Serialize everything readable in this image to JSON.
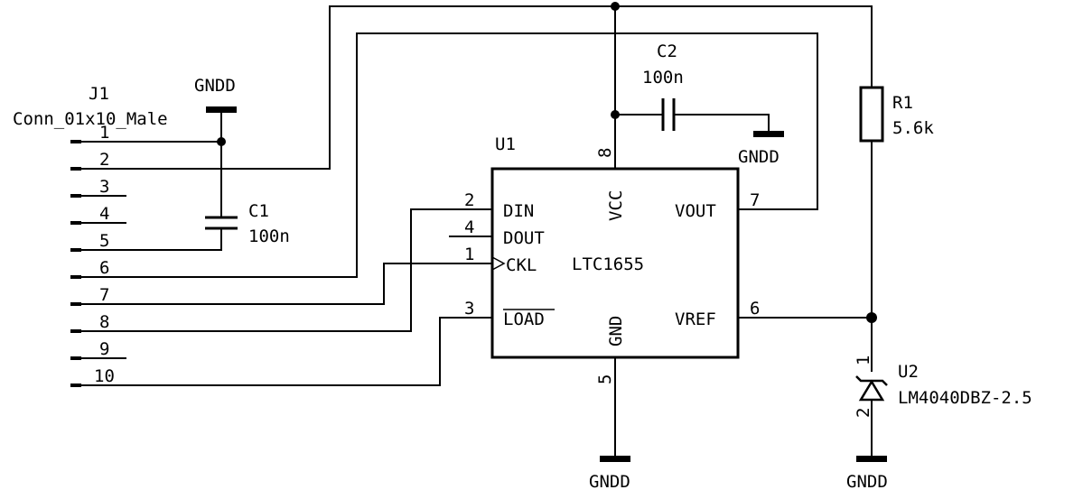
{
  "connector": {
    "ref": "J1",
    "value": "Conn_01x10_Male",
    "pins": [
      "1",
      "2",
      "3",
      "4",
      "5",
      "6",
      "7",
      "8",
      "9",
      "10"
    ]
  },
  "c1": {
    "ref": "C1",
    "value": "100n"
  },
  "c2": {
    "ref": "C2",
    "value": "100n"
  },
  "r1": {
    "ref": "R1",
    "value": "5.6k"
  },
  "u1": {
    "ref": "U1",
    "value": "LTC1655",
    "pins": {
      "din": {
        "name": "DIN",
        "num": "2"
      },
      "dout": {
        "name": "DOUT",
        "num": "4"
      },
      "ckl": {
        "name": "CKL",
        "num": "1"
      },
      "load": {
        "name": "LOAD",
        "num": "3"
      },
      "vcc": {
        "name": "VCC",
        "num": "8"
      },
      "vout": {
        "name": "VOUT",
        "num": "7"
      },
      "vref": {
        "name": "VREF",
        "num": "6"
      },
      "gnd": {
        "name": "GND",
        "num": "5"
      }
    }
  },
  "u2": {
    "ref": "U2",
    "value": "LM4040DBZ-2.5",
    "pin_top": "1",
    "pin_bottom": "2"
  },
  "power": {
    "gndd_label": "GNDD"
  }
}
